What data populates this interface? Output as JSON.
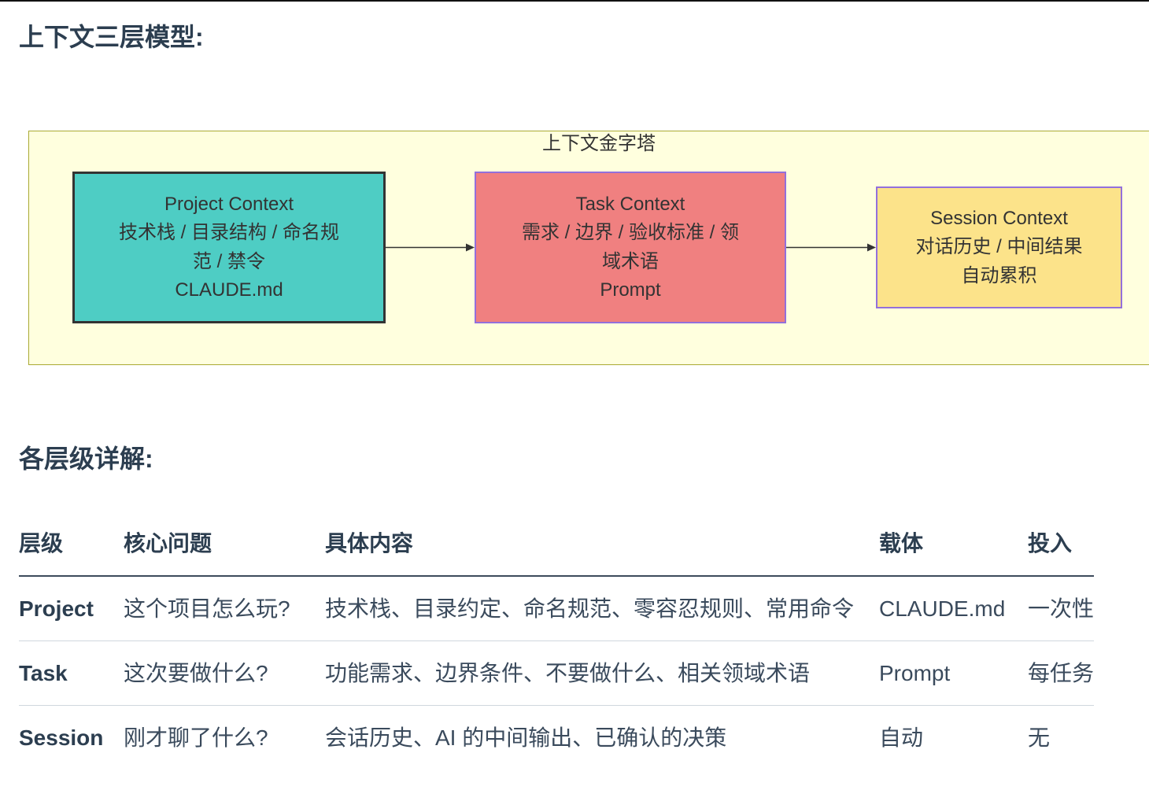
{
  "headings": {
    "model": "上下文三层模型:",
    "detail": "各层级详解:"
  },
  "diagram": {
    "title": "上下文金字塔",
    "cluster_fill": "#FFFFDE",
    "cluster_stroke": "#AAAA33",
    "edge_color": "#333333",
    "nodes": [
      {
        "lines": [
          "Project Context",
          "技术栈 / 目录结构 / 命名规",
          "范 / 禁令",
          "CLAUDE.md"
        ],
        "fill": "#4ECDC4",
        "stroke": "#333333"
      },
      {
        "lines": [
          "Task Context",
          "需求 / 边界 / 验收标准 / 领",
          "域术语",
          "Prompt"
        ],
        "fill": "#F08080",
        "stroke": "#9370DB"
      },
      {
        "lines": [
          "Session Context",
          "对话历史 / 中间结果",
          "自动累积"
        ],
        "fill": "#FCE38A",
        "stroke": "#9370DB"
      }
    ],
    "edges": [
      {
        "from": 0,
        "to": 1
      },
      {
        "from": 1,
        "to": 2
      }
    ]
  },
  "table": {
    "headers": [
      "层级",
      "核心问题",
      "具体内容",
      "载体",
      "投入"
    ],
    "rows": [
      [
        "Project",
        "这个项目怎么玩?",
        "技术栈、目录约定、命名规范、零容忍规则、常用命令",
        "CLAUDE.md",
        "一次性"
      ],
      [
        "Task",
        "这次要做什么?",
        "功能需求、边界条件、不要做什么、相关领域术语",
        "Prompt",
        "每任务"
      ],
      [
        "Session",
        "刚才聊了什么?",
        "会话历史、AI 的中间输出、已确认的决策",
        "自动",
        "无"
      ]
    ]
  },
  "theme": {
    "heading": "#2C3E50",
    "text": "#3A4A5C",
    "header_rule": "#3D4B5C",
    "row_rule": "#D0D7DE"
  }
}
